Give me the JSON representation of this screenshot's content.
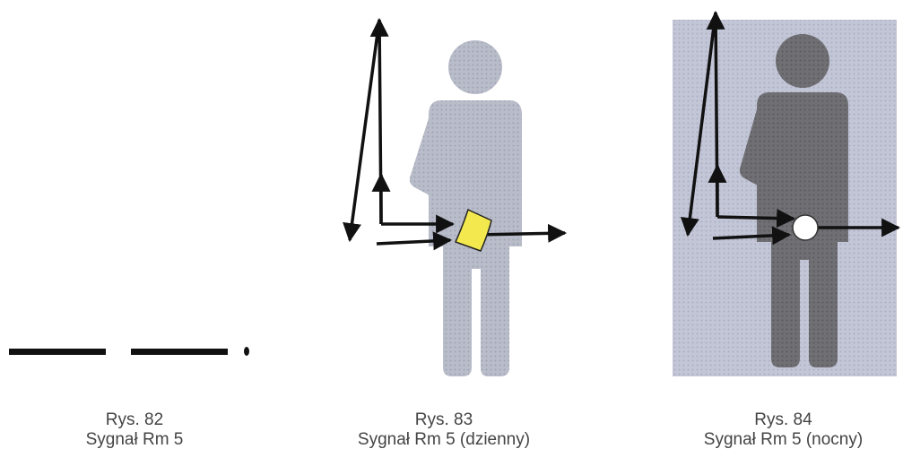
{
  "figures": [
    {
      "number": "Rys. 82",
      "title": "Sygnał Rm 5",
      "icon": "morse-dash-dash-dot-icon"
    },
    {
      "number": "Rys. 83",
      "title": "Sygnał Rm 5 (dzienny)",
      "icon": "person-yellow-flag-signal-icon"
    },
    {
      "number": "Rys. 84",
      "title": "Sygnał Rm 5 (nocny)",
      "icon": "person-white-lamp-signal-icon"
    }
  ],
  "colors": {
    "person_day": "#b9bcc9",
    "person_night": "#6f6f74",
    "night_background": "#c3c6d6",
    "flag": "#f3e94e",
    "lamp": "#ffffff",
    "arrow": "#111111",
    "caption": "#444444"
  }
}
